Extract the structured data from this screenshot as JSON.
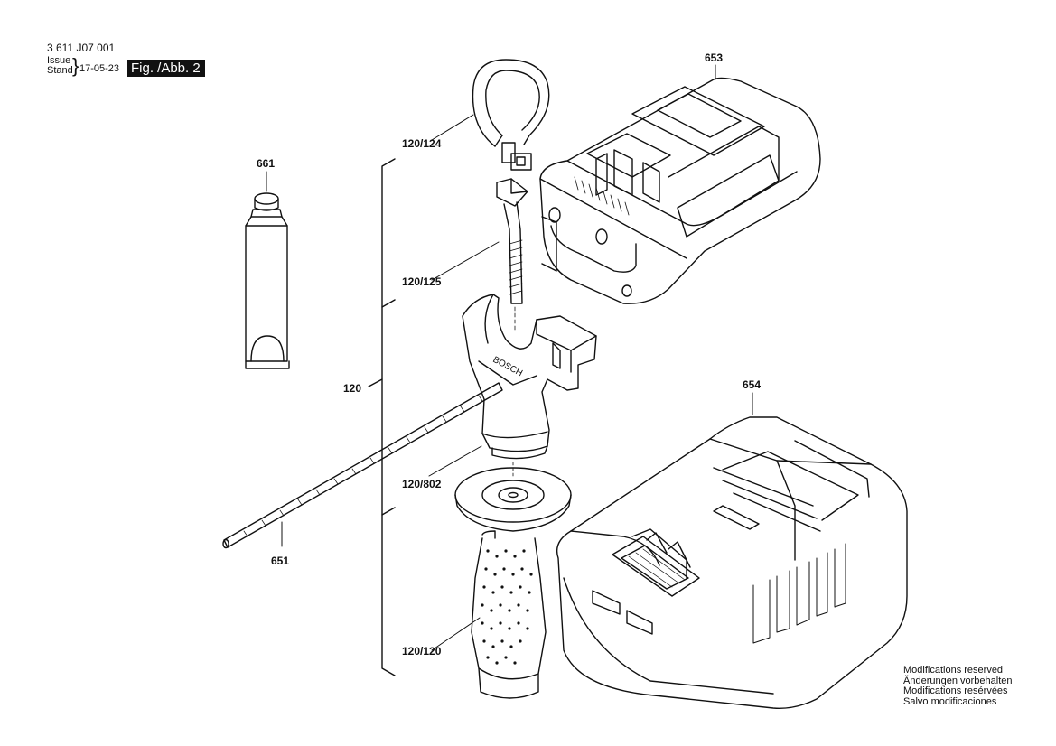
{
  "header": {
    "doc_number": "3 611 J07 001",
    "issue_label": "Issue",
    "stand_label": "Stand",
    "issue_date": "17-05-23",
    "figure_label": "Fig. /Abb. 2"
  },
  "callouts": {
    "part_653": "653",
    "part_661": "661",
    "part_654": "654",
    "part_651": "651",
    "part_120": "120",
    "part_120_124": "120/124",
    "part_120_125": "120/125",
    "part_120_802": "120/802",
    "part_120_120": "120/120"
  },
  "modifications": [
    "Modifications reserved",
    "Änderungen vorbehalten",
    "Modifications resérvées",
    "Salvo modificaciones"
  ]
}
